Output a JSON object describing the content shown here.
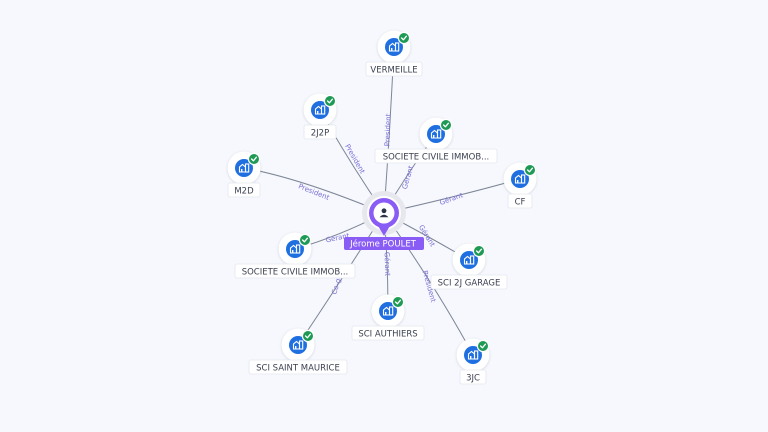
{
  "center": {
    "label": "Jérome POULET",
    "icon": "person-icon",
    "color": "#8a5cf6"
  },
  "nodes": [
    {
      "id": "vermeille",
      "label": "VERMEILLE",
      "icon": "company-icon",
      "verified": true
    },
    {
      "id": "2j2p",
      "label": "2J2P",
      "icon": "company-icon",
      "verified": true
    },
    {
      "id": "sci-immob-1",
      "label": "SOCIETE CIVILE IMMOB...",
      "icon": "company-icon",
      "verified": true
    },
    {
      "id": "m2d",
      "label": "M2D",
      "icon": "company-icon",
      "verified": true
    },
    {
      "id": "cf",
      "label": "CF",
      "icon": "company-icon",
      "verified": true
    },
    {
      "id": "sci-immob-2",
      "label": "SOCIETE CIVILE IMMOB...",
      "icon": "company-icon",
      "verified": true
    },
    {
      "id": "sci-2j-garage",
      "label": "SCI 2J GARAGE",
      "icon": "company-icon",
      "verified": true
    },
    {
      "id": "sci-authiers",
      "label": "SCI AUTHIERS",
      "icon": "company-icon",
      "verified": true
    },
    {
      "id": "sci-saint-maurice",
      "label": "SCI SAINT MAURICE",
      "icon": "company-icon",
      "verified": true
    },
    {
      "id": "3jc",
      "label": "3JC",
      "icon": "company-icon",
      "verified": true
    }
  ],
  "edges": [
    {
      "to": "vermeille",
      "label": "President"
    },
    {
      "to": "2j2p",
      "label": "President"
    },
    {
      "to": "sci-immob-1",
      "label": "Gérant"
    },
    {
      "to": "m2d",
      "label": "President"
    },
    {
      "to": "cf",
      "label": "Gérant"
    },
    {
      "to": "sci-immob-2",
      "label": "Gérant"
    },
    {
      "to": "sci-2j-garage",
      "label": "Gérant"
    },
    {
      "to": "sci-authiers",
      "label": "Gérant"
    },
    {
      "to": "sci-saint-maurice",
      "label": "Co-gé"
    },
    {
      "to": "3jc",
      "label": "President"
    }
  ],
  "colors": {
    "company_icon": "#1f6fe0",
    "verified_badge": "#1f9a55",
    "edge": "#7d8596",
    "edge_label": "#7b6fd6"
  }
}
